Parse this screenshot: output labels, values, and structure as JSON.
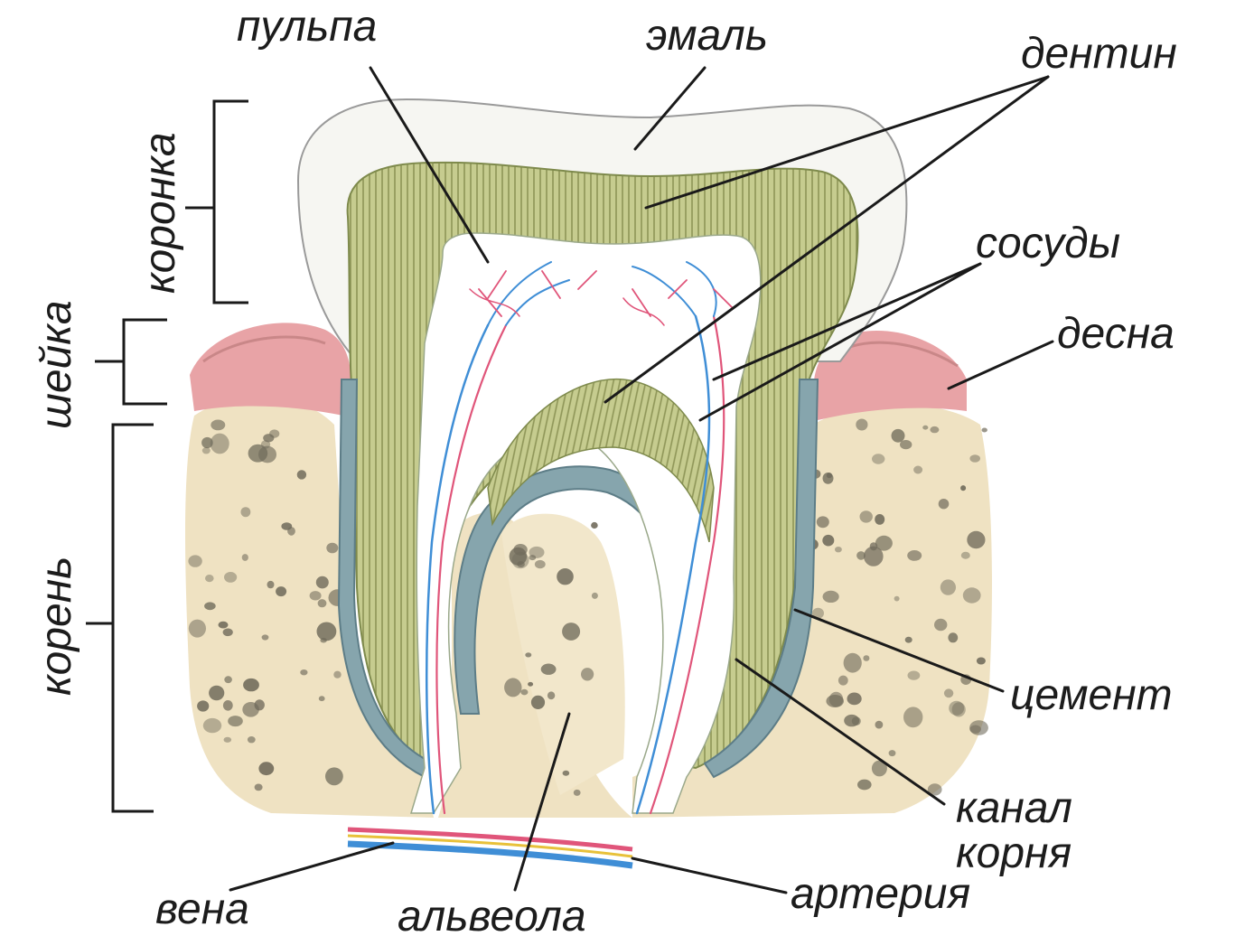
{
  "labels": {
    "pulpa": "пульпа",
    "emal": "эмаль",
    "dentin": "дентин",
    "sosudy": "сосуды",
    "desna": "десна",
    "cement": "цемент",
    "kanal_line1": "канал",
    "kanal_line2": "корня",
    "arteriya": "артерия",
    "alveola": "альвеола",
    "vena": "вена"
  },
  "regions": {
    "koronka": "коронка",
    "sheyka": "шейка",
    "koren": "корень"
  },
  "colors": {
    "enamel": "#f4f4f0",
    "dentin": "#c3c98a",
    "dentin_stripe": "#8d9456",
    "pulp": "#ffffff",
    "cement": "#7f9ea7",
    "gum": "#e8a3a6",
    "bone": "#efe2c2",
    "bone_dots": "#6f6a5a",
    "artery": "#e0557a",
    "vein": "#3f8ed6",
    "nerve": "#e8c13a"
  }
}
